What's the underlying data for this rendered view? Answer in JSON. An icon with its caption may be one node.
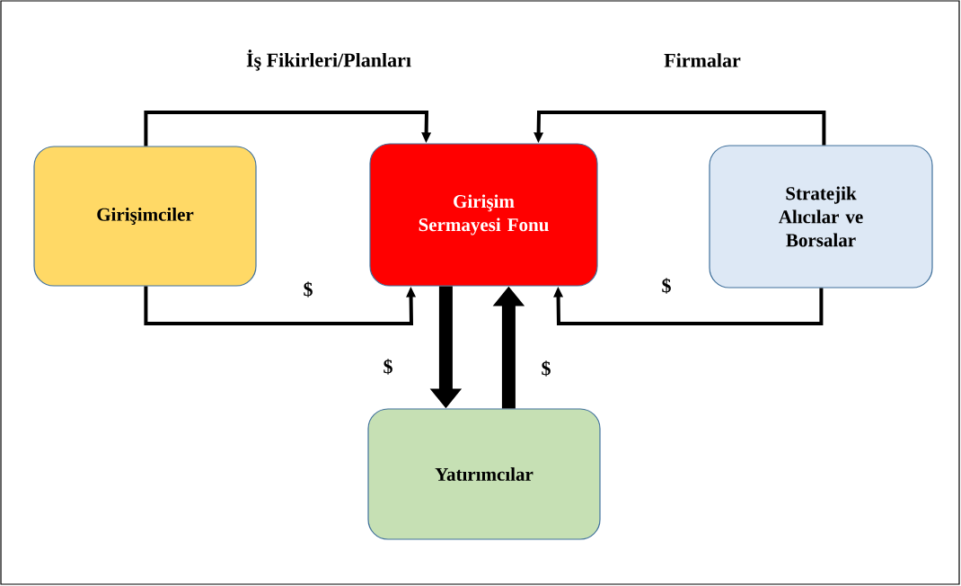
{
  "diagram": {
    "nodes": [
      {
        "text": [
          "Girişimciler"
        ]
      },
      {
        "text": [
          "Girişim Sermayesi Fonu"
        ]
      },
      {
        "text": [
          "Stratejik Alıcılar ve Borsalar"
        ]
      },
      {
        "text": [
          "Yatırımcılar"
        ]
      }
    ],
    "edges": [
      {
        "from": 0,
        "to": 1,
        "arrow": "to",
        "label": "İş Fikirleri/Planları"
      },
      {
        "from": 0,
        "to": 1,
        "arrow": "to",
        "label": "$"
      },
      {
        "from": 2,
        "to": 1,
        "arrow": "to",
        "label": "Firmalar"
      },
      {
        "from": 2,
        "to": 1,
        "arrow": "to",
        "label": "$"
      },
      {
        "from": 1,
        "to": 3,
        "arrow": "to",
        "label": "$",
        "style": "thick"
      },
      {
        "from": 3,
        "to": 1,
        "arrow": "to",
        "label": "$",
        "style": "thick"
      }
    ]
  }
}
